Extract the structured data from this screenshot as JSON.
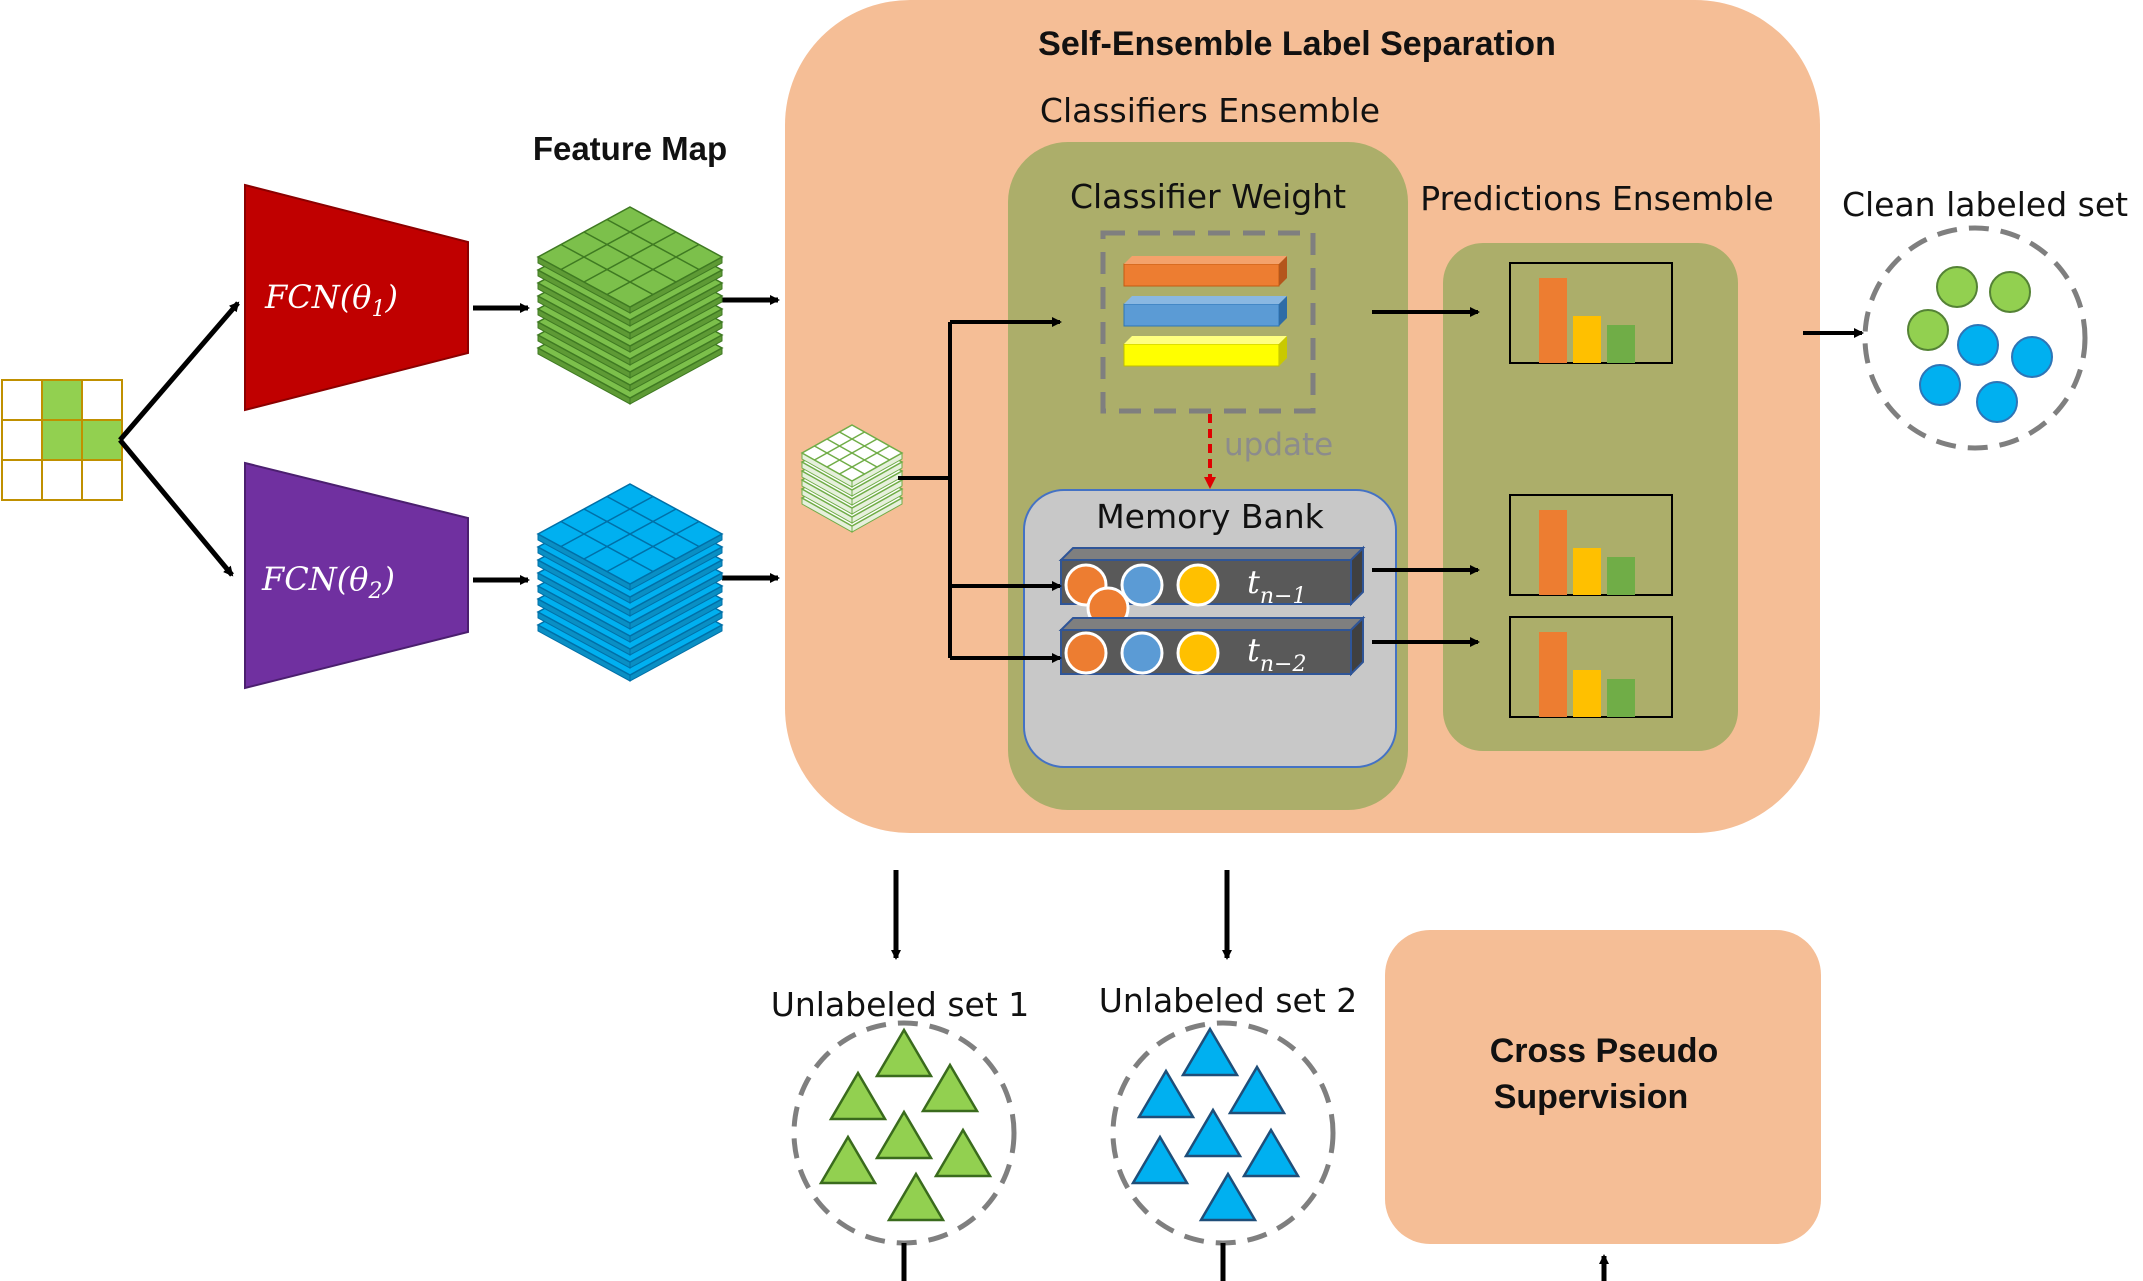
{
  "title": "Self-Ensemble Label Separation",
  "labels": {
    "feature_map": "Feature Map",
    "classifiers_ensemble": "Classifiers Ensemble",
    "classifier_weight": "Classifier Weight",
    "predictions_ensemble": "Predictions Ensemble",
    "clean_labeled_set": "Clean labeled set",
    "update": "update",
    "memory_bank": "Memory Bank",
    "unlabeled_set_1": "Unlabeled set 1",
    "unlabeled_set_2": "Unlabeled set 2",
    "cps_line1": "Cross Pseudo",
    "cps_line2": "Supervision"
  },
  "networks": {
    "fcn1": {
      "text": "FCN(θ",
      "sub": "1",
      "close": ")",
      "color": "#c00000"
    },
    "fcn2": {
      "text": "FCN(θ",
      "sub": "2",
      "close": ")",
      "color": "#7030a0"
    }
  },
  "memory_slots": {
    "slot1": {
      "t": "t",
      "sub": "n−1"
    },
    "slot2": {
      "t": "t",
      "sub": "n−2"
    }
  },
  "colors": {
    "panel": "#f5be96",
    "inner_panel": "#acae6a",
    "memory_bank": "#c8c8c8",
    "green": "#70ad47",
    "green_light": "#92d050",
    "blue": "#00b0f0",
    "orange": "#ed7d31",
    "yellow": "#ffc000",
    "mid_blue": "#5b9bd5"
  }
}
